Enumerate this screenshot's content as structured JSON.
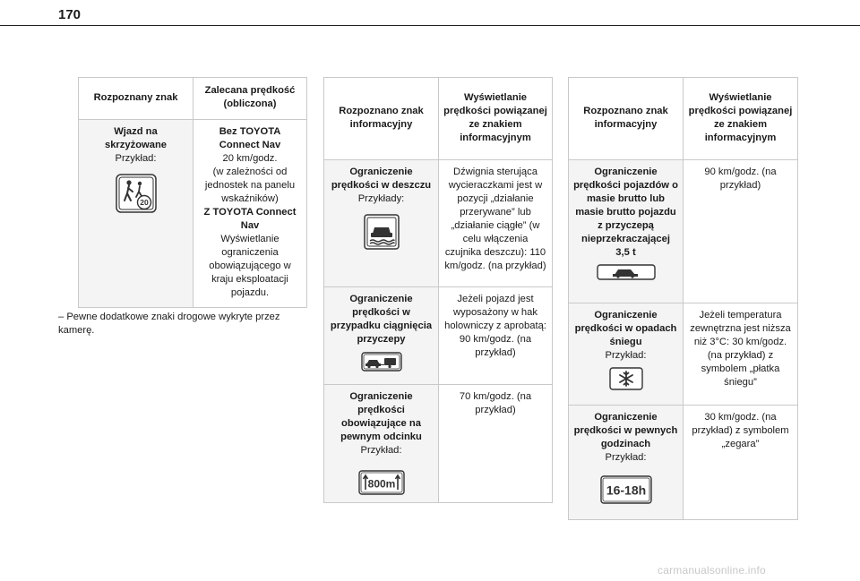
{
  "page": {
    "number": "170"
  },
  "table1": {
    "headers": [
      "Rozpoznany znak",
      "Zalecana prędkość (obliczona)"
    ],
    "rows": [
      {
        "sign_bold": "Wjazd na skrzyżowane",
        "sign_plain": "Przykład:",
        "icon": "pedestrian-zone-20-icon",
        "value_lines": [
          {
            "text": "Bez TOYOTA Connect Nav",
            "bold": true
          },
          {
            "text": "20 km/godz.",
            "bold": false
          },
          {
            "text": "(w zależności od jednostek na panelu wskaźników)",
            "bold": false
          },
          {
            "text": "Z TOYOTA Connect Nav",
            "bold": true
          },
          {
            "text": "Wyświetlanie ograniczenia obowiązującego w kraju eksploatacji pojazdu.",
            "bold": false
          }
        ]
      }
    ],
    "icon_text": "20"
  },
  "note": "– Pewne dodatkowe znaki drogowe wykryte przez kamerę.",
  "table2": {
    "headers": [
      "Rozpoznano znak informacyjny",
      "Wyświetlanie prędkości powiązanej ze znakiem informacyjnym"
    ],
    "rows": [
      {
        "sign_bold": "Ograniczenie prędkości w deszczu",
        "sign_plain": "Przykłady:",
        "icon": "rain-car-icon",
        "value": "Dźwignia sterująca wycieraczkami jest w pozycji „działanie przerywane” lub „działanie ciągłe” (w celu włączenia czujnika deszczu): 110 km/godz. (na przykład)"
      },
      {
        "sign_bold": "Ograniczenie prędkości w przypadku ciągnięcia przyczepy",
        "sign_plain": "",
        "icon": "car-trailer-icon",
        "value": "Jeżeli pojazd jest wyposażony w hak holowniczy z aprobatą: 90 km/godz. (na przykład)"
      },
      {
        "sign_bold": "Ograniczenie prędkości obowiązujące na pewnym odcinku",
        "sign_plain": "Przykład:",
        "icon": "distance-800m-icon",
        "value": "70 km/godz. (na przykład)"
      }
    ],
    "icon_text_800": "800m"
  },
  "table3": {
    "headers": [
      "Rozpoznano znak informacyjny",
      "Wyświetlanie prędkości powiązanej ze znakiem informacyjnym"
    ],
    "rows": [
      {
        "sign_bold": "Ograniczenie prędkości pojazdów o masie brutto lub masie brutto pojazdu z przyczepą nieprzekraczającej 3,5 t",
        "sign_plain": "",
        "icon": "car-weight-icon",
        "value": "90 km/godz. (na przykład)"
      },
      {
        "sign_bold": "Ograniczenie prędkości w opadach śniegu",
        "sign_plain": "Przykład:",
        "icon": "snowflake-icon",
        "value": "Jeżeli temperatura zewnętrzna jest niższa niż 3°C: 30 km/godz. (na przykład) z symbolem „płatka śniegu”"
      },
      {
        "sign_bold": "Ograniczenie prędkości w pewnych godzinach",
        "sign_plain": "Przykład:",
        "icon": "time-window-icon",
        "value": "30 km/godz. (na przykład) z symbolem „zegara”"
      }
    ],
    "icon_text_time": "16-18h"
  },
  "watermark": "carmanualsonline.info"
}
